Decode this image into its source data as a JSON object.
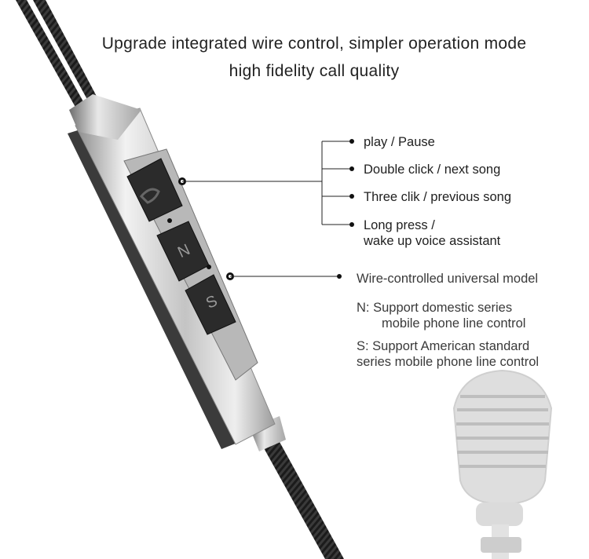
{
  "headline": {
    "line1": "Upgrade integrated wire control, simpler operation mode",
    "line2": "high fidelity call quality"
  },
  "buttons": {
    "n_label": "N",
    "s_label": "S"
  },
  "functions": [
    "play / Pause",
    "Double click / next song",
    "Three clik / previous song",
    "Long press /",
    "wake up voice assistant"
  ],
  "model": {
    "title": "Wire-controlled universal model",
    "n_line1": "N: Support domestic series",
    "n_line2": "mobile phone line control",
    "s_line1": "S: Support American standard",
    "s_line2": "series mobile phone line control"
  },
  "colors": {
    "cable": "#1b1b1b",
    "housing": "#cfcfcf",
    "button": "#2b2b2b",
    "mic": "#d4d4d4"
  }
}
